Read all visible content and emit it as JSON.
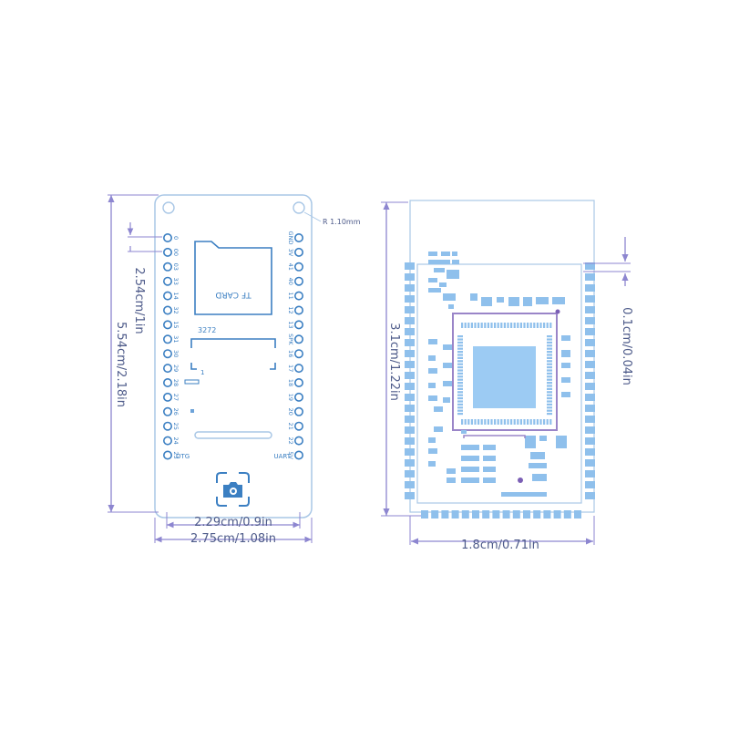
{
  "left_board": {
    "radius_label": "R 1.10mm",
    "card_label": "TF CARD",
    "chip_label": "3272",
    "pin1_label": "1",
    "left_pins": [
      "0",
      "00",
      "03",
      "33",
      "14",
      "32",
      "15",
      "31",
      "30",
      "29",
      "28",
      "27",
      "26",
      "25",
      "24",
      "23"
    ],
    "right_pins": [
      "GND",
      "3V",
      "41",
      "40",
      "11",
      "12",
      "13",
      "SPK",
      "16",
      "17",
      "18",
      "19",
      "20",
      "21",
      "22",
      "5V"
    ],
    "otg_label": "OTG",
    "uart_label": "UART",
    "camera_icon": "camera-icon",
    "dim_height_total": "5.54cm/2.18in",
    "dim_height_partial": "2.54cm/1in",
    "dim_width_inner": "2.29cm/0.9in",
    "dim_width_outer": "2.75cm/1.08in"
  },
  "right_module": {
    "dim_height": "3.1cm/1.22in",
    "dim_width": "1.8cm/0.71in",
    "dim_pad": "0.1cm/0.04in"
  },
  "colors": {
    "outline": "#a9c7e6",
    "pad": "#8fc0ec",
    "chip": "#9ccbf3",
    "dimension": "#8d86d0",
    "accent_violet": "#7b5fb5",
    "text": "#4e5b8a"
  }
}
